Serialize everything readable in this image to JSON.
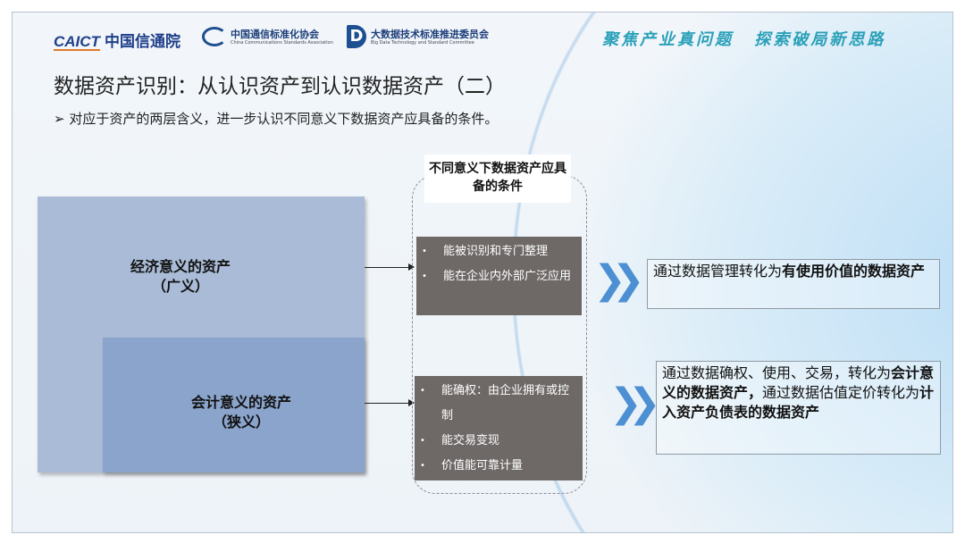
{
  "header": {
    "logo1": {
      "en": "CAICT",
      "cn": "中国信通院"
    },
    "logo2": {
      "cn": "中国通信标准化协会",
      "en": "China Communications Standards Association"
    },
    "logo3": {
      "mark": "D",
      "cn": "大数据技术标准推进委员会",
      "en": "Big Data Technology and Standard Committee"
    },
    "slogan": "聚焦产业真问题 探索破局新思路"
  },
  "title": "数据资产识别：从认识资产到认识数据资产（二）",
  "subtitle": "➢ 对应于资产的两层含义，进一步认识不同意义下数据资产应具备的条件。",
  "economic": {
    "line1": "经济意义的资产",
    "line2": "（广义）"
  },
  "accounting": {
    "line1": "会计意义的资产",
    "line2": "（狭义）"
  },
  "conditions_title": "不同意义下数据资产应具备的条件",
  "conditions_economic": [
    "能被识别和专门整理",
    "能在企业内外部广泛应用"
  ],
  "conditions_accounting": [
    "能确权：由企业拥有或控制",
    "能交易变现",
    "价值能可靠计量"
  ],
  "result_economic": {
    "plain": "通过数据管理转化为",
    "bold": "有使用价值的数据资产"
  },
  "result_accounting": {
    "p1": "通过数据确权、使用、交易，转化为",
    "b1": "会计意义的数据资产，",
    "p2": "通过数据估值定价转化为",
    "b2": "计入资产负债表的数据资产"
  },
  "colors": {
    "economic_box": "#a9bbd6",
    "accounting_box": "#8aa4cc",
    "condition_box": "#6e6867",
    "chevron": "#4c8fd2",
    "slogan": "#2aa0b8"
  }
}
